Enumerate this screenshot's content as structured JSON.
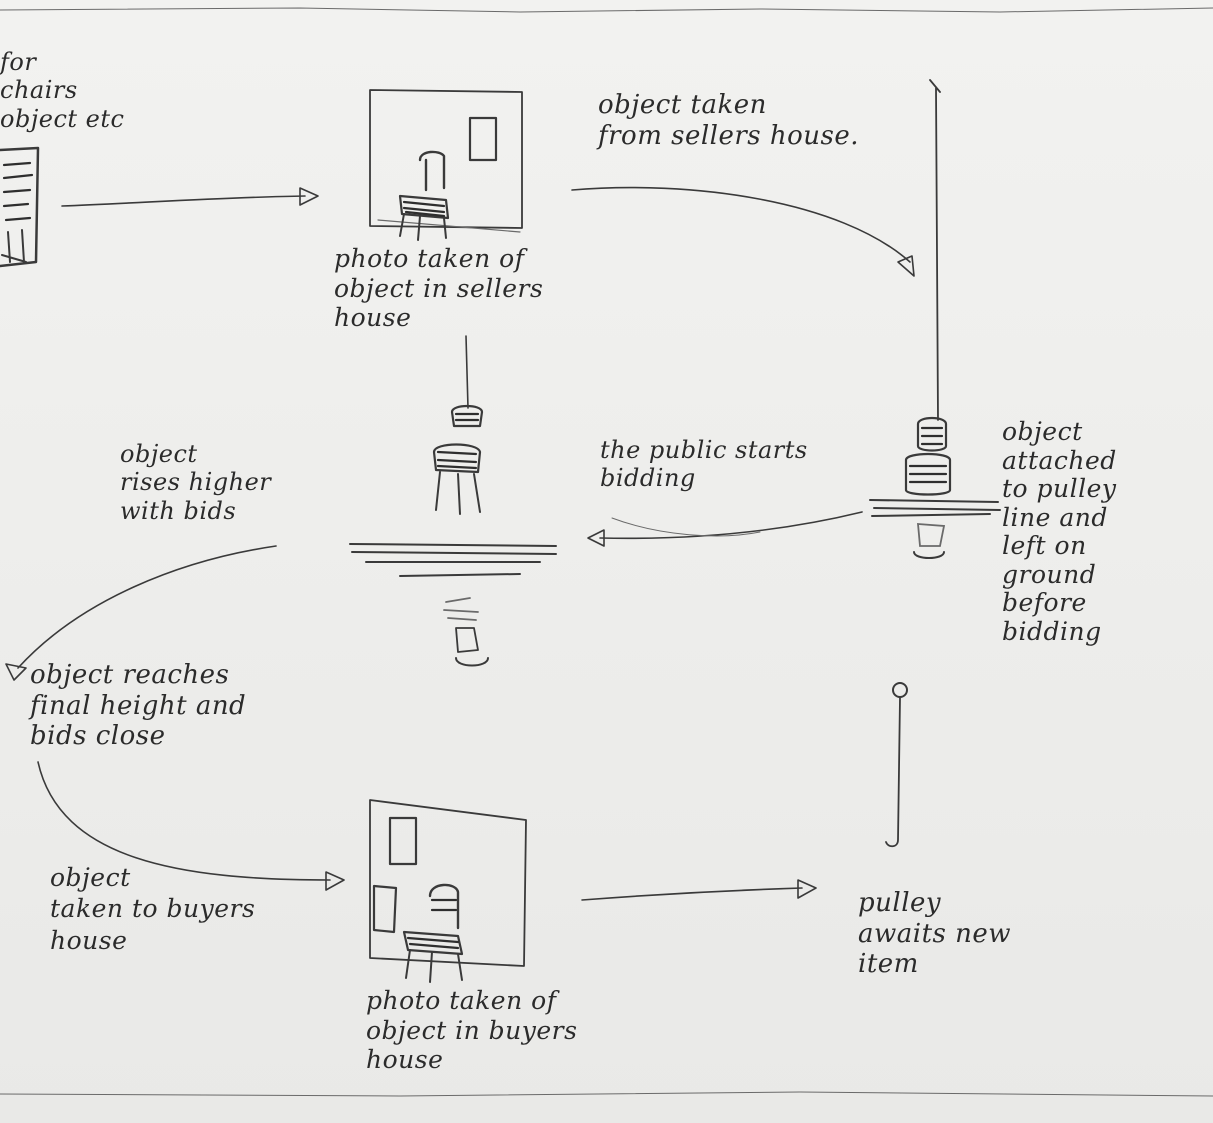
{
  "notes": {
    "intro": "for\nchairs\nobject etc",
    "seller_photo": "photo taken of\nobject in sellers\nhouse",
    "taken_from_seller": "object taken\nfrom sellers house.",
    "attached_pulley": "object\nattached\nto pulley\nline and\nleft on\nground\nbefore\nbidding",
    "public_bidding": "the public starts\nbidding",
    "rises_higher": "object\nrises higher\nwith bids",
    "final_height": "object reaches\nfinal height and\nbids close",
    "taken_to_buyer": "object\ntaken to buyers\nhouse",
    "buyer_photo": "photo taken of\nobject in buyers\nhouse",
    "pulley_awaits": "pulley\nawaits new\nitem"
  },
  "colors": {
    "paper": "#efefed",
    "ink": "#3a3a3a"
  }
}
